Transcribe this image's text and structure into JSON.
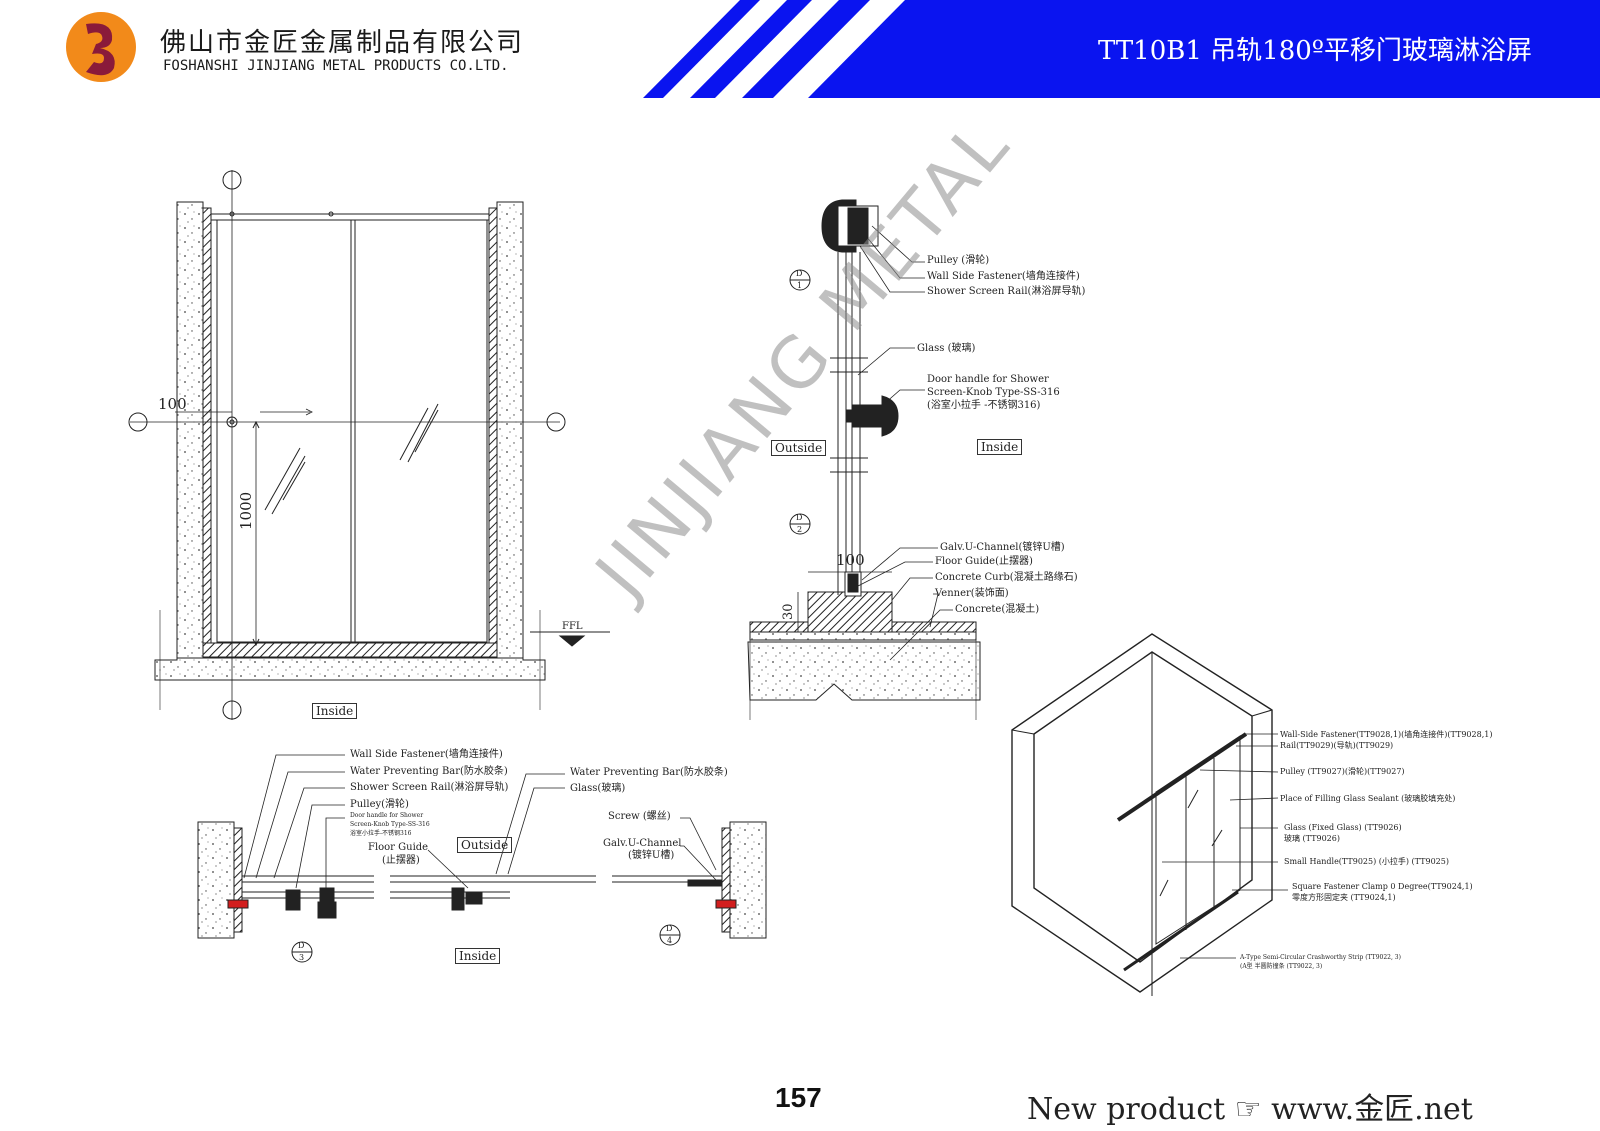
{
  "header": {
    "company_cn": "佛山市金匠金属制品有限公司",
    "company_en": "FOSHANSHI JINJIANG METAL PRODUCTS CO.LTD.",
    "title": "TT10B1 吊轨180º平移门玻璃淋浴屏",
    "colors": {
      "blue": "#0a14f0",
      "logo_orange": "#f28a1a",
      "logo_red": "#8a1a3a"
    },
    "logo_icon": "company-logo"
  },
  "elevation": {
    "dim_100": "100",
    "dim_1000": "1000",
    "ffl": "FFL",
    "inside": "Inside"
  },
  "section": {
    "pulley": "Pulley (滑轮)",
    "wall_side_fastener": "Wall Side Fastener(墙角连接件)",
    "shower_screen_rail": "Shower Screen Rail(淋浴屏导轨)",
    "glass": "Glass (玻璃)",
    "handle_1": "Door handle for Shower",
    "handle_2": "Screen-Knob Type-SS-316",
    "handle_3": "(浴室小拉手 -不锈钢316)",
    "outside": "Outside",
    "inside": "Inside",
    "galv_u_channel": "Galv.U-Channel(镀锌U槽)",
    "floor_guide": "Floor Guide(止摆器)",
    "concrete_curb": "Concrete Curb(混凝土路缘石)",
    "venner": "Venner(装饰面)",
    "concrete": "Concrete(混凝土)",
    "dim_100": "100",
    "dim_30": "30"
  },
  "plan": {
    "wall_side_fastener": "Wall Side Fastener(墙角连接件)",
    "water_preventing_bar": "Water Preventing Bar(防水胶条)",
    "shower_screen_rail": "Shower Screen Rail(淋浴屏导轨)",
    "pulley": "Pulley(滑轮)",
    "handle_1": "Door handle for Shower",
    "handle_2": "Screen-Knob Type-SS-316",
    "handle_3": "浴室小拉手-不锈钢316",
    "floor_guide": "Floor Guide",
    "floor_guide_cn": "(止摆器)",
    "outside": "Outside",
    "water_preventing_bar_2": "Water Preventing Bar(防水胶条)",
    "glass": "Glass(玻璃)",
    "screw": "Screw (螺丝)",
    "galv_u_channel": "Galv.U-Channel",
    "galv_u_channel_cn": "(镀锌U槽)",
    "inside": "Inside"
  },
  "iso": {
    "wall_side_fastener": "Wall-Side Fastener(TT9028,1)(墙角连接件)(TT9028,1)",
    "rail": "Rail(TT9029)(导轨)(TT9029)",
    "pulley": "Pulley (TT9027)(滑轮)(TT9027)",
    "sealant": "Place of Filling Glass Sealant (玻璃胶填充处)",
    "glass_1": "Glass (Fixed Glass) (TT9026)",
    "glass_2": "玻璃 (TT9026)",
    "small_handle": "Small Handle(TT9025) (小拉手) (TT9025)",
    "clamp_1": "Square Fastener Clamp 0 Degree(TT9024,1)",
    "clamp_2": "零度方形固定夹 (TT9024,1)",
    "strip_1": "A-Type Semi-Circular Crashworthy Strip (TT9022, 3)",
    "strip_2": "(A型 半圆防撞条 (TT9022, 3)"
  },
  "markers": {
    "d": "D",
    "n1": "1",
    "n2": "2",
    "n3": "3",
    "n4": "4"
  },
  "footer": {
    "page_number": "157",
    "new_product": "New product ☞ www.金匠.net"
  },
  "watermark": "JINJIANG METAL"
}
